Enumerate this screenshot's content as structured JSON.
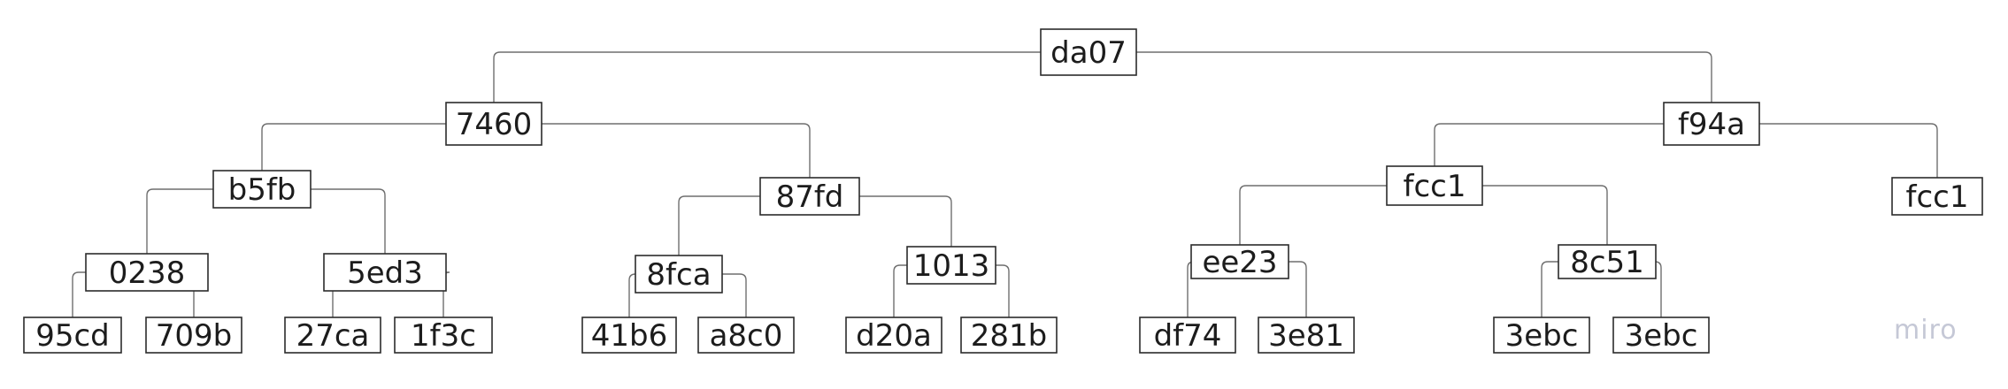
{
  "tree": {
    "root": "da07",
    "nodes": [
      {
        "id": "n_da07",
        "label": "da07",
        "parent": null
      },
      {
        "id": "n_7460",
        "label": "7460",
        "parent": "n_da07"
      },
      {
        "id": "n_f94a",
        "label": "f94a",
        "parent": "n_da07"
      },
      {
        "id": "n_b5fb",
        "label": "b5fb",
        "parent": "n_7460"
      },
      {
        "id": "n_87fd",
        "label": "87fd",
        "parent": "n_7460"
      },
      {
        "id": "n_fcc1a",
        "label": "fcc1",
        "parent": "n_f94a"
      },
      {
        "id": "n_fcc1b",
        "label": "fcc1",
        "parent": "n_f94a"
      },
      {
        "id": "n_0238",
        "label": "0238",
        "parent": "n_b5fb"
      },
      {
        "id": "n_5ed3",
        "label": "5ed3",
        "parent": "n_b5fb"
      },
      {
        "id": "n_8fca",
        "label": "8fca",
        "parent": "n_87fd"
      },
      {
        "id": "n_1013",
        "label": "1013",
        "parent": "n_87fd"
      },
      {
        "id": "n_ee23",
        "label": "ee23",
        "parent": "n_fcc1a"
      },
      {
        "id": "n_8c51",
        "label": "8c51",
        "parent": "n_fcc1a"
      },
      {
        "id": "n_95cd",
        "label": "95cd",
        "parent": "n_0238"
      },
      {
        "id": "n_709b",
        "label": "709b",
        "parent": "n_0238"
      },
      {
        "id": "n_27ca",
        "label": "27ca",
        "parent": "n_5ed3"
      },
      {
        "id": "n_1f3c",
        "label": "1f3c",
        "parent": "n_5ed3"
      },
      {
        "id": "n_41b6",
        "label": "41b6",
        "parent": "n_8fca"
      },
      {
        "id": "n_a8c0",
        "label": "a8c0",
        "parent": "n_8fca"
      },
      {
        "id": "n_d20a",
        "label": "d20a",
        "parent": "n_1013"
      },
      {
        "id": "n_281b",
        "label": "281b",
        "parent": "n_1013"
      },
      {
        "id": "n_df74",
        "label": "df74",
        "parent": "n_ee23"
      },
      {
        "id": "n_3e81",
        "label": "3e81",
        "parent": "n_ee23"
      },
      {
        "id": "n_3ebcA",
        "label": "3ebc",
        "parent": "n_8c51"
      },
      {
        "id": "n_3ebcB",
        "label": "3ebc",
        "parent": "n_8c51"
      }
    ]
  },
  "watermark": {
    "text": "miro"
  }
}
